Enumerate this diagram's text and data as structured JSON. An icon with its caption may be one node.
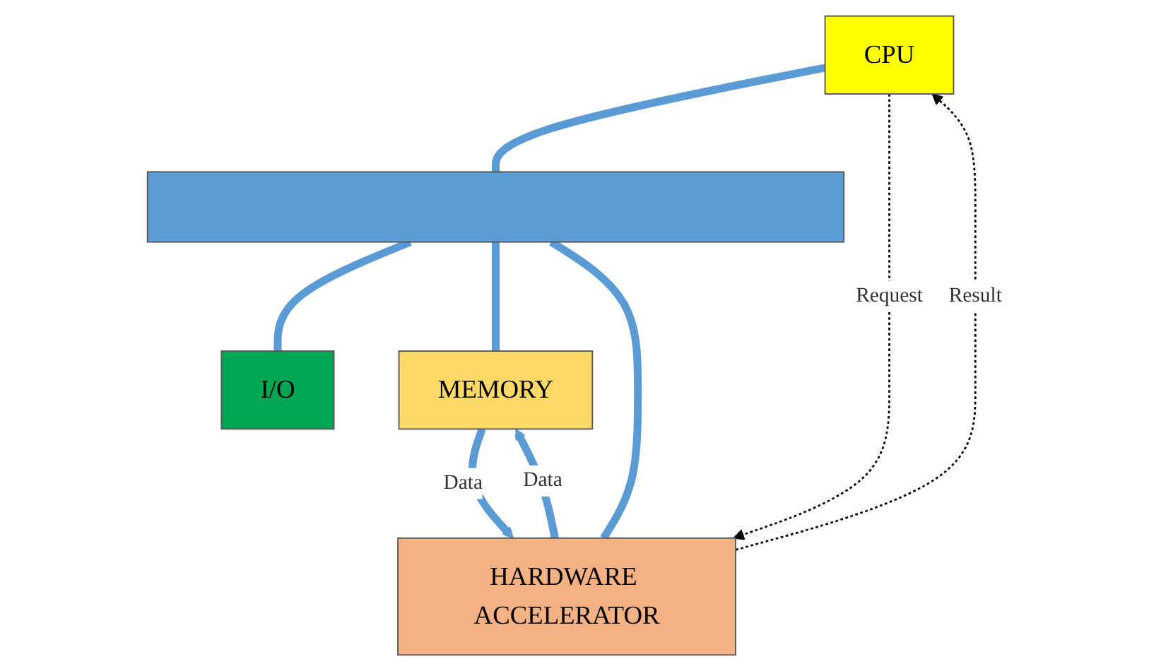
{
  "diagram": {
    "nodes": [
      {
        "text": [
          "CPU"
        ]
      },
      {
        "text": [],
        "shape": "bar"
      },
      {
        "text": [
          "I/O"
        ]
      },
      {
        "text": [
          "MEMORY"
        ]
      },
      {
        "text": [
          "HARDWARE ACCELERATOR"
        ]
      }
    ],
    "edges": [
      {
        "from": 0,
        "to": 1,
        "arrow": "none"
      },
      {
        "from": 1,
        "to": 2,
        "arrow": "none"
      },
      {
        "from": 1,
        "to": 3,
        "arrow": "none"
      },
      {
        "from": 1,
        "to": 4,
        "arrow": "none"
      },
      {
        "from": 0,
        "to": 4,
        "arrow": "to",
        "label": "Request",
        "style": "dashed",
        "color": "#000000"
      },
      {
        "from": 4,
        "to": 0,
        "arrow": "to",
        "label": "Result",
        "style": "dashed",
        "color": "#000000"
      },
      {
        "from": 4,
        "to": 3,
        "arrow": "to",
        "label": "Data"
      },
      {
        "from": 3,
        "to": 4,
        "arrow": "to",
        "label": "Data"
      }
    ]
  }
}
